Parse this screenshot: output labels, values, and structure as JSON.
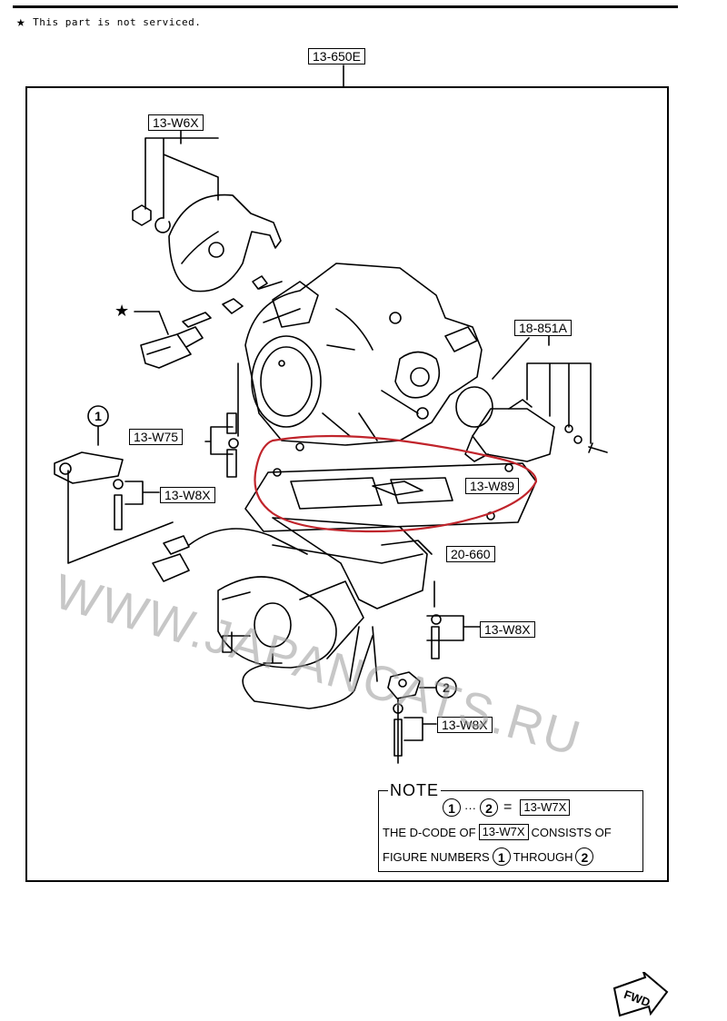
{
  "header": {
    "star_symbol": "★",
    "note_text": "This part is not serviced."
  },
  "assembly_label": "13-650E",
  "callouts": {
    "w6x": "13-W6X",
    "s851a": "18-851A",
    "w75": "13-W75",
    "w8x_left": "13-W8X",
    "w89": "13-W89",
    "p20_660": "20-660",
    "w8x_right": "13-W8X",
    "w8x_bottom": "13-W8X"
  },
  "figure_numbers": {
    "one": "1",
    "two": "2"
  },
  "note": {
    "title": "NOTE",
    "line1_num1": "1",
    "line1_dots": "···",
    "line1_num2": "2",
    "line1_eq": "=",
    "line1_code": "13-W7X",
    "line2_pre": "THE D-CODE OF",
    "line2_code": "13-W7X",
    "line2_post": "CONSISTS OF",
    "line3_pre": "FIGURE NUMBERS",
    "line3_num1": "1",
    "line3_mid": "THROUGH",
    "line3_num2": "2"
  },
  "watermark": "WWW.JAPANCATS.RU",
  "fwd_label": "FWD",
  "highlight_color": "#c0242b"
}
